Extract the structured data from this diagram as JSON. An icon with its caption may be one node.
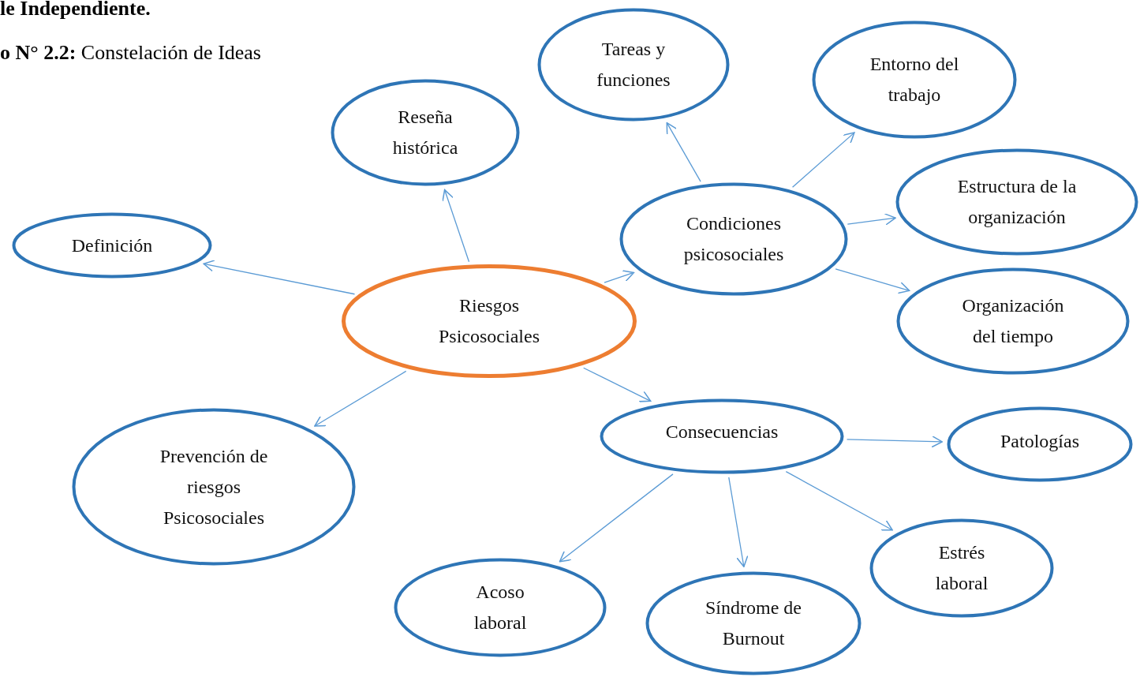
{
  "diagram": {
    "nodes": [
      {
        "text": [
          "Riesgos Psicosociales"
        ]
      },
      {
        "text": [
          "Definición"
        ]
      },
      {
        "text": [
          "Reseña histórica"
        ]
      },
      {
        "text": [
          "Prevención de riesgos Psicosociales"
        ]
      },
      {
        "text": [
          "Condiciones psicosociales"
        ]
      },
      {
        "text": [
          "Tareas y funciones"
        ]
      },
      {
        "text": [
          "Entorno del trabajo"
        ]
      },
      {
        "text": [
          "Estructura de la organización"
        ]
      },
      {
        "text": [
          "Organización del tiempo"
        ]
      },
      {
        "text": [
          "Consecuencias"
        ]
      },
      {
        "text": [
          "Patologías"
        ]
      },
      {
        "text": [
          "Estrés laboral"
        ]
      },
      {
        "text": [
          "Síndrome de Burnout"
        ]
      },
      {
        "text": [
          "Acoso laboral"
        ]
      }
    ],
    "edges": [
      {
        "from": 0,
        "to": 1,
        "arrow": "to"
      },
      {
        "from": 0,
        "to": 2,
        "arrow": "to"
      },
      {
        "from": 0,
        "to": 3,
        "arrow": "to"
      },
      {
        "from": 0,
        "to": 4,
        "arrow": "to"
      },
      {
        "from": 0,
        "to": 9,
        "arrow": "to"
      },
      {
        "from": 4,
        "to": 5,
        "arrow": "to"
      },
      {
        "from": 4,
        "to": 6,
        "arrow": "to"
      },
      {
        "from": 4,
        "to": 7,
        "arrow": "to"
      },
      {
        "from": 4,
        "to": 8,
        "arrow": "to"
      },
      {
        "from": 9,
        "to": 10,
        "arrow": "to"
      },
      {
        "from": 9,
        "to": 11,
        "arrow": "to"
      },
      {
        "from": 9,
        "to": 12,
        "arrow": "to"
      },
      {
        "from": 9,
        "to": 13,
        "arrow": "to"
      }
    ],
    "labels": [
      "le Independiente.",
      "**o N° 2.2:** Constelación de Ideas"
    ]
  }
}
